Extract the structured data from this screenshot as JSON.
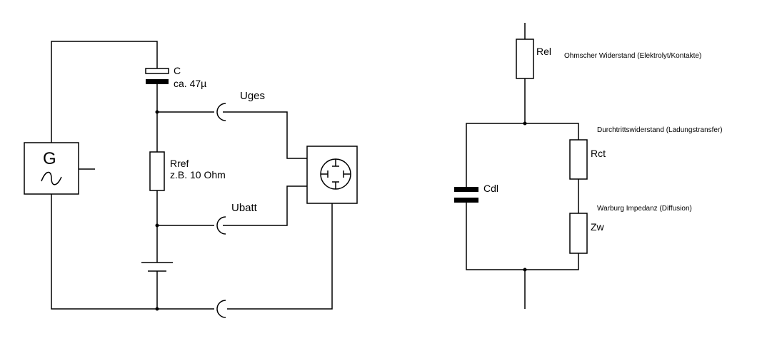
{
  "left_circuit": {
    "generator": {
      "symbol": "G"
    },
    "capacitor": {
      "name": "C",
      "value": "ca. 47µ"
    },
    "reference_resistor": {
      "name": "Rref",
      "value": "z.B. 10 Ohm"
    },
    "probes": {
      "total_voltage": "Uges",
      "battery_voltage": "Ubatt"
    }
  },
  "right_circuit": {
    "electrolyte_resistor": {
      "name": "Rel",
      "description": "Ohmscher Widerstand (Elektrolyt/Kontakte)"
    },
    "charge_transfer_resistor": {
      "name": "Rct",
      "description": "Durchtrittswiderstand (Ladungstransfer)"
    },
    "double_layer_capacitor": {
      "name": "Cdl"
    },
    "warburg_impedance": {
      "name": "Zw",
      "description": "Warburg Impedanz (Diffusion)"
    }
  },
  "colors": {
    "line": "#000000",
    "background": "#ffffff"
  }
}
